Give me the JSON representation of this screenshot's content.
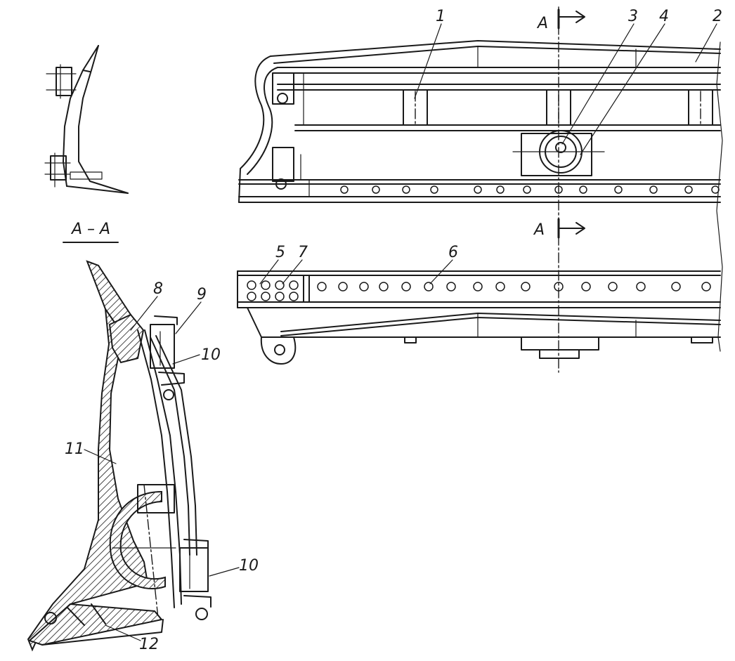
{
  "section_marks": {
    "top": "A",
    "bottom": "A",
    "view_title": "A – A"
  },
  "callouts": [
    {
      "id": "1",
      "text": "1"
    },
    {
      "id": "2",
      "text": "2"
    },
    {
      "id": "3",
      "text": "3"
    },
    {
      "id": "4",
      "text": "4"
    },
    {
      "id": "5",
      "text": "5"
    },
    {
      "id": "6",
      "text": "6"
    },
    {
      "id": "7",
      "text": "7"
    },
    {
      "id": "8",
      "text": "8"
    },
    {
      "id": "9",
      "text": "9"
    },
    {
      "id": "10a",
      "text": "10"
    },
    {
      "id": "10b",
      "text": "10"
    },
    {
      "id": "11",
      "text": "11"
    },
    {
      "id": "12",
      "text": "12"
    }
  ],
  "colors": {
    "ink": "#1a1a1a",
    "paper": "#ffffff"
  }
}
